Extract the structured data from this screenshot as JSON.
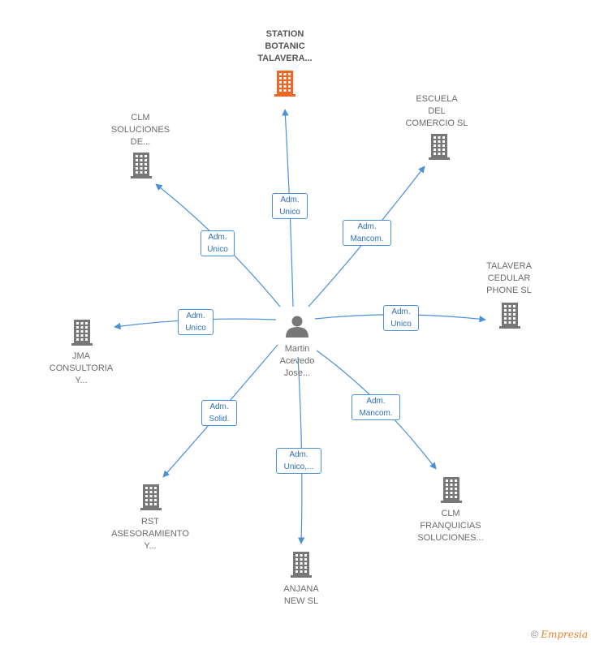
{
  "center": {
    "name": "Martin\nAcevedo\nJose..."
  },
  "nodes": [
    {
      "id": "station",
      "label": "STATION\nBOTANIC\nTALAVERA...",
      "highlight": true
    },
    {
      "id": "clm-soluciones",
      "label": "CLM\nSOLUCIONES\nDE..."
    },
    {
      "id": "escuela",
      "label": "ESCUELA\nDEL\nCOMERCIO  SL"
    },
    {
      "id": "talavera-cedular",
      "label": "TALAVERA\nCEDULAR\nPHONE SL"
    },
    {
      "id": "jma",
      "label": "JMA\nCONSULTORIA\nY..."
    },
    {
      "id": "rst",
      "label": "RST\nASESORAMIENTO\nY..."
    },
    {
      "id": "anjana",
      "label": "ANJANA\nNEW SL"
    },
    {
      "id": "clm-franquicias",
      "label": "CLM\nFRANQUICIAS\nSOLUCIONES..."
    }
  ],
  "edges": [
    {
      "to": "station",
      "label": "Adm.\nUnico"
    },
    {
      "to": "clm-soluciones",
      "label": "Adm.\nUnico"
    },
    {
      "to": "escuela",
      "label": "Adm.\nMancom."
    },
    {
      "to": "talavera-cedular",
      "label": "Adm.\nUnico"
    },
    {
      "to": "jma",
      "label": "Adm.\nUnico"
    },
    {
      "to": "rst",
      "label": "Adm.\nSolid."
    },
    {
      "to": "anjana",
      "label": "Adm.\nUnico,..."
    },
    {
      "to": "clm-franquicias",
      "label": "Adm.\nMancom."
    }
  ],
  "footer": {
    "copyright": "©",
    "brand": "Empresia"
  },
  "colors": {
    "edge": "#4a90d9",
    "building": "#777777",
    "building_highlight": "#f26522",
    "person": "#777777"
  }
}
